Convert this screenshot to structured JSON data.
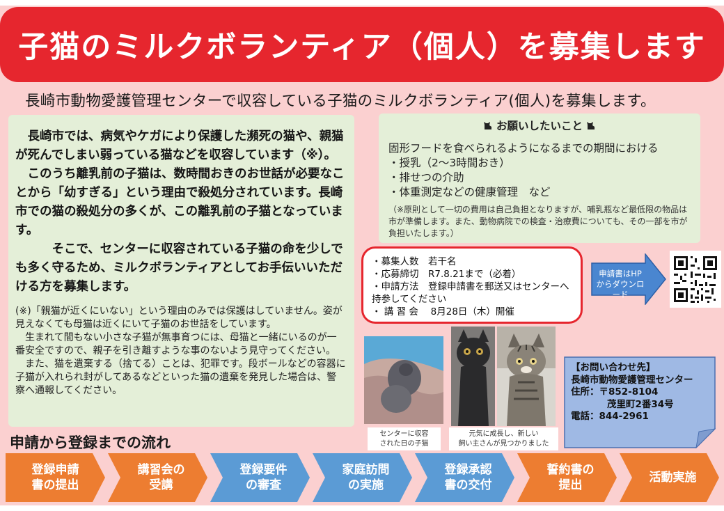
{
  "title": "子猫のミルクボランティア（個人）を募集します",
  "subtitle": "長崎市動物愛護管理センターで収容している子猫のミルクボランティア(個人)を募集します。",
  "left_main": [
    "長崎市では、病気やケガにより保護した瀕死の猫や、親猫が死んでしまい弱っている猫などを収容しています（※）。",
    "このうち離乳前の子猫は、数時間おきのお世話が必要なことから「幼すぎる」という理由で殺処分されています。長崎市での猫の殺処分の多くが、この離乳前の子猫となっています。",
    "そこで、センターに収容されている子猫の命を少しでも多く守るため、ミルクボランティアとしてお手伝いいただける方を募集します。"
  ],
  "left_note": [
    "(※)「親猫が近くにいない」という理由のみでは保護はしていません。姿が見えなくても母猫は近くにいて子猫のお世話をしています。",
    "生まれて間もない小さな子猫が無事育つには、母猫と一緒にいるのが一番安全ですので、親子を引き離すような事のないよう見守ってください。",
    "また、猫を遺棄する（捨てる）ことは、犯罪です。段ボールなどの容器に子猫が入れられ封がしてあるなどといった猫の遺棄を発見した場合は、警察へ通報してください。"
  ],
  "requests": {
    "heading": "お願いしたいこと",
    "items": [
      "固形フードを食べられるようになるまでの期間における",
      "・授乳（2～3時間おき）",
      "・排せつの介助",
      "・体重測定などの健康管理　など"
    ],
    "note": "（※原則として一切の費用は自己負担となりますが、哺乳瓶など最低限の物品は市が準備します。また、動物病院での検査・治療費についても、その一部を市が負担いたします。）"
  },
  "info": [
    "・募集人数　若干名",
    "・応募締切　R7.8.21まで（必着）",
    "・申請方法　登録申請書を郵送又はセンターへ持参してください",
    "・ 講 習 会　 8月28日（木）開催"
  ],
  "download_arrow": [
    "申請書はHP",
    "からダウンロード"
  ],
  "photo_captions": {
    "left": [
      "センターに収容",
      "された日の子猫"
    ],
    "right": [
      "元気に成長し、新しい",
      "飼い主さんが見つかりました"
    ]
  },
  "contact": {
    "heading": "【お問い合わせ先】",
    "org": "長崎市動物愛護管理センター",
    "address_line1": "住所：〒852-8104",
    "address_line2": "茂里町2番34号",
    "phone": "電話：844-2961"
  },
  "flow": {
    "title": "申請から登録までの流れ",
    "steps": [
      {
        "line1": "登録申請",
        "line2": "書の提出",
        "color": "#ed7d31"
      },
      {
        "line1": "講習会の",
        "line2": "受講",
        "color": "#ed7d31"
      },
      {
        "line1": "登録要件",
        "line2": "の審査",
        "color": "#5b9bd5"
      },
      {
        "line1": "家庭訪問",
        "line2": "の実施",
        "color": "#5b9bd5"
      },
      {
        "line1": "登録承認",
        "line2": "書の交付",
        "color": "#5b9bd5"
      },
      {
        "line1": "誓約書の",
        "line2": "提出",
        "color": "#ed7d31"
      },
      {
        "line1": "活動実施",
        "line2": "",
        "color": "#ed7d31"
      }
    ]
  },
  "colors": {
    "title_red": "#e6262e",
    "page_pink": "#fbd0d0",
    "panel_green": "#e4efd8",
    "arrow_blue": "#4a86d0",
    "contact_blue": "#9fb9e4",
    "step_orange": "#ed7d31",
    "step_blue": "#5b9bd5"
  }
}
